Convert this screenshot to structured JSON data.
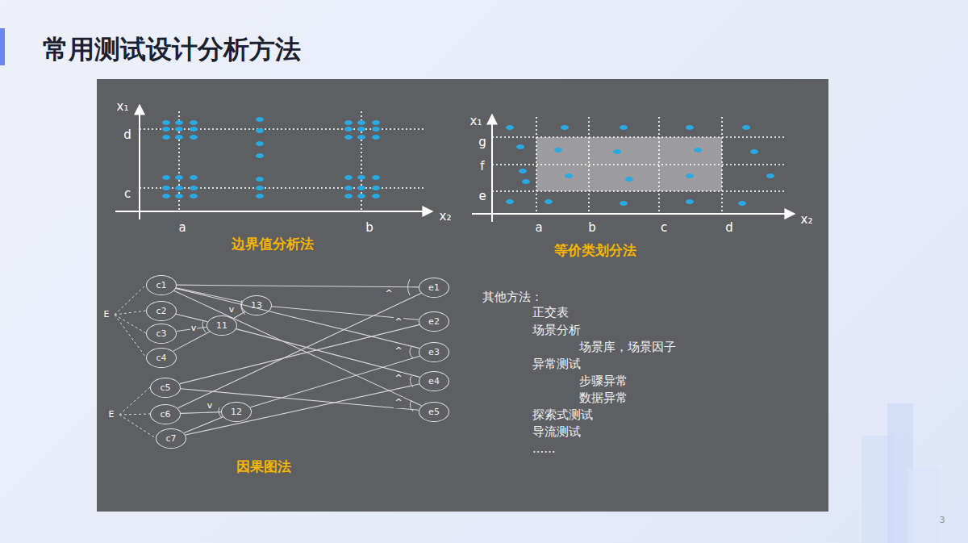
{
  "diagram": {
    "title": "常用测试设计分析方法",
    "nodes": [
      {
        "text": [
          "c1"
        ]
      },
      {
        "text": [
          "c2"
        ]
      },
      {
        "text": [
          "c3"
        ]
      },
      {
        "text": [
          "c4"
        ]
      },
      {
        "text": [
          "c5"
        ]
      },
      {
        "text": [
          "c6"
        ]
      },
      {
        "text": [
          "c7"
        ]
      },
      {
        "text": [
          "13"
        ]
      },
      {
        "text": [
          "11"
        ]
      },
      {
        "text": [
          "12"
        ]
      },
      {
        "text": [
          "e1"
        ]
      },
      {
        "text": [
          "e2"
        ]
      },
      {
        "text": [
          "e3"
        ]
      },
      {
        "text": [
          "e4"
        ]
      },
      {
        "text": [
          "e5"
        ]
      }
    ],
    "edges": [
      {
        "from": 0,
        "to": 10,
        "arrow": "none"
      },
      {
        "from": 0,
        "to": 7,
        "arrow": "none"
      },
      {
        "from": 0,
        "to": 12,
        "arrow": "none"
      },
      {
        "from": 0,
        "to": 14,
        "arrow": "none"
      },
      {
        "from": 1,
        "to": 8,
        "arrow": "none"
      },
      {
        "from": 2,
        "to": 8,
        "arrow": "none"
      },
      {
        "from": 3,
        "to": 8,
        "arrow": "none"
      },
      {
        "from": 8,
        "to": 7,
        "arrow": "none"
      },
      {
        "from": 7,
        "to": 11,
        "arrow": "none"
      },
      {
        "from": 8,
        "to": 13,
        "arrow": "none"
      },
      {
        "from": 4,
        "to": 11,
        "arrow": "none"
      },
      {
        "from": 4,
        "to": 14,
        "arrow": "none"
      },
      {
        "from": 5,
        "to": 10,
        "arrow": "none"
      },
      {
        "from": 5,
        "to": 9,
        "arrow": "none"
      },
      {
        "from": 6,
        "to": 9,
        "arrow": "none"
      },
      {
        "from": 9,
        "to": 12,
        "arrow": "none"
      },
      {
        "from": 6,
        "to": 13,
        "arrow": "none"
      }
    ],
    "labels": [
      "x₁",
      "d",
      "c",
      "a",
      "b",
      "x₂",
      "边界值分析法",
      "x₁",
      "g",
      "f",
      "e",
      "a",
      "b",
      "c",
      "d",
      "x₂",
      "等价类划分法",
      "E",
      "E",
      "v",
      "v",
      "v",
      "^",
      "^",
      "^",
      "^",
      "^",
      "因果图法",
      "其他方法：",
      "正交表",
      "场景分析",
      "场景库，场景因子",
      "异常测试",
      "步骤异常",
      "数据异常",
      "探索式测试",
      "导流测试",
      "......",
      "3"
    ]
  }
}
